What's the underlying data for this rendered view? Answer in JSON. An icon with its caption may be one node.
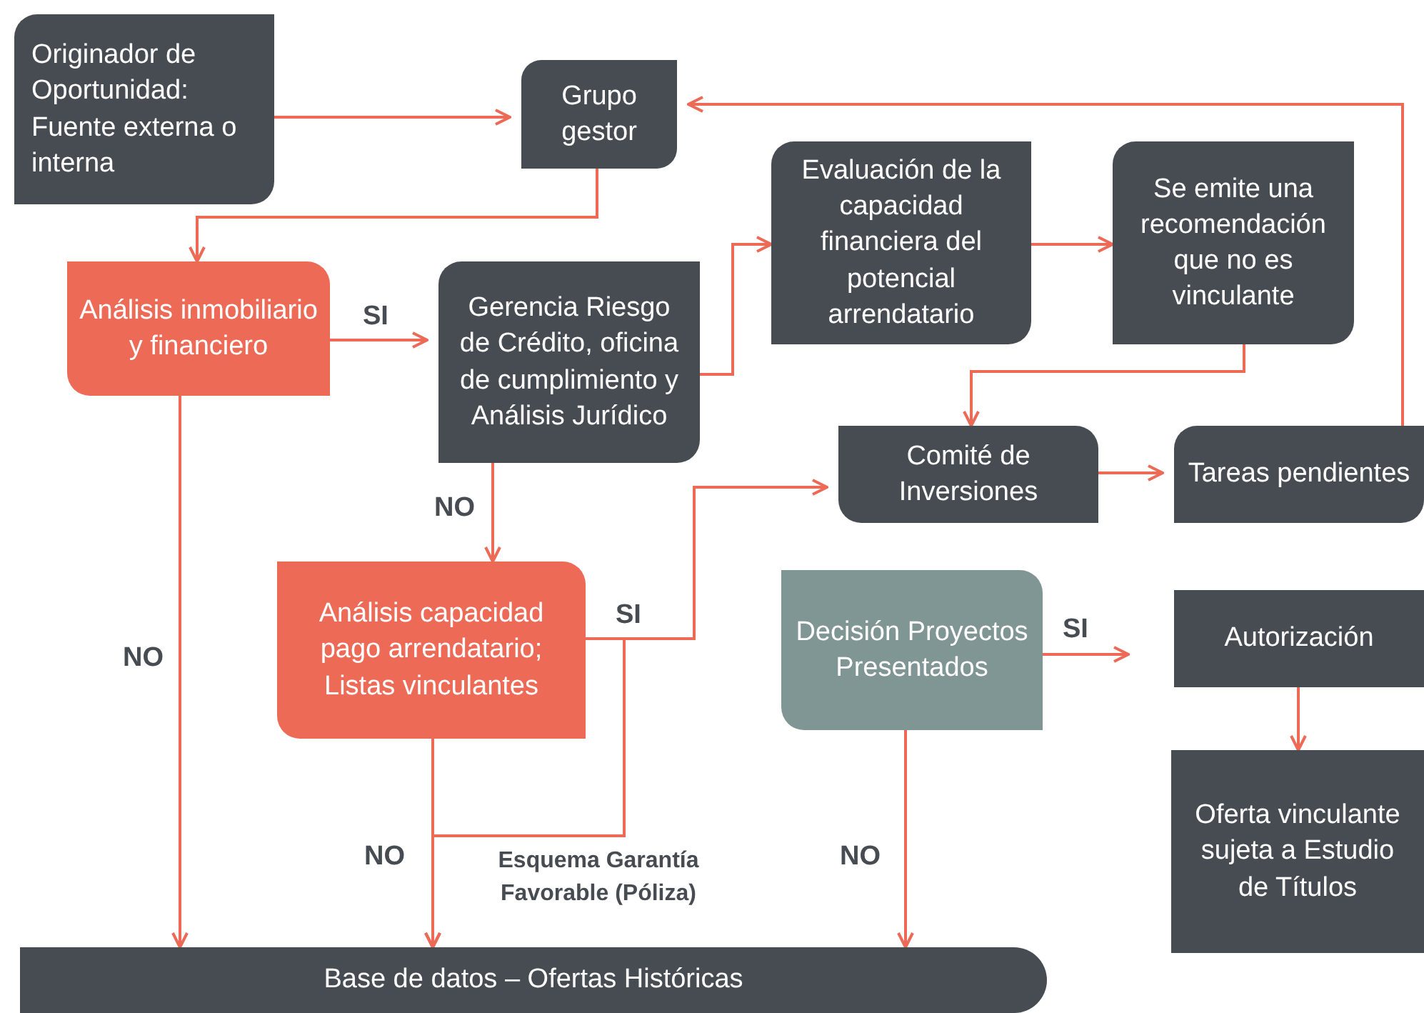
{
  "diagram": {
    "nodes": [
      {
        "text": [
          "Originador de Oportunidad: Fuente externa o interna"
        ]
      },
      {
        "text": [
          "Grupo gestor"
        ]
      },
      {
        "text": [
          "Análisis inmobiliario y financiero"
        ]
      },
      {
        "text": [
          "Gerencia Riesgo de Crédito, oficina de cumplimiento y Análisis Jurídico"
        ]
      },
      {
        "text": [
          "Evaluación de la capacidad financiera del potencial arrendatario"
        ]
      },
      {
        "text": [
          "Se emite una recomendación que no es vinculante"
        ]
      },
      {
        "text": [
          "Comité de Inversiones"
        ]
      },
      {
        "text": [
          "Tareas pendientes"
        ]
      },
      {
        "text": [
          "Análisis capacidad pago arrendatario; Listas vinculantes"
        ]
      },
      {
        "text": [
          "Decisión Proyectos Presentados"
        ]
      },
      {
        "text": [
          "Autorización"
        ]
      },
      {
        "text": [
          "Oferta vinculante sujeta a Estudio de Títulos"
        ]
      },
      {
        "text": [
          "Base de datos – Ofertas Históricas"
        ]
      }
    ],
    "edges": [
      {
        "from": 0,
        "to": 1,
        "arrow": "to"
      },
      {
        "from": 1,
        "to": 2,
        "arrow": "to"
      },
      {
        "from": 2,
        "to": 3,
        "arrow": "to",
        "label": "SI"
      },
      {
        "from": 2,
        "to": 12,
        "arrow": "to",
        "label": "NO"
      },
      {
        "from": 3,
        "to": 4,
        "arrow": "to"
      },
      {
        "from": 4,
        "to": 5,
        "arrow": "to"
      },
      {
        "from": 5,
        "to": 6,
        "arrow": "to"
      },
      {
        "from": 3,
        "to": 8,
        "arrow": "to",
        "label": "NO"
      },
      {
        "from": 8,
        "to": 6,
        "arrow": "to",
        "label": "SI"
      },
      {
        "from": 8,
        "to": 12,
        "arrow": "to",
        "label": "Esquema Garantía Favorable (Póliza)"
      },
      {
        "from": 8,
        "to": 12,
        "arrow": "to",
        "label": "NO"
      },
      {
        "from": 6,
        "to": 7,
        "arrow": "to"
      },
      {
        "from": 7,
        "to": 1,
        "arrow": "to"
      },
      {
        "from": 9,
        "to": 10,
        "arrow": "to",
        "label": "SI"
      },
      {
        "from": 9,
        "to": 12,
        "arrow": "to",
        "label": "NO"
      },
      {
        "from": 10,
        "to": 11,
        "arrow": "to"
      }
    ]
  }
}
